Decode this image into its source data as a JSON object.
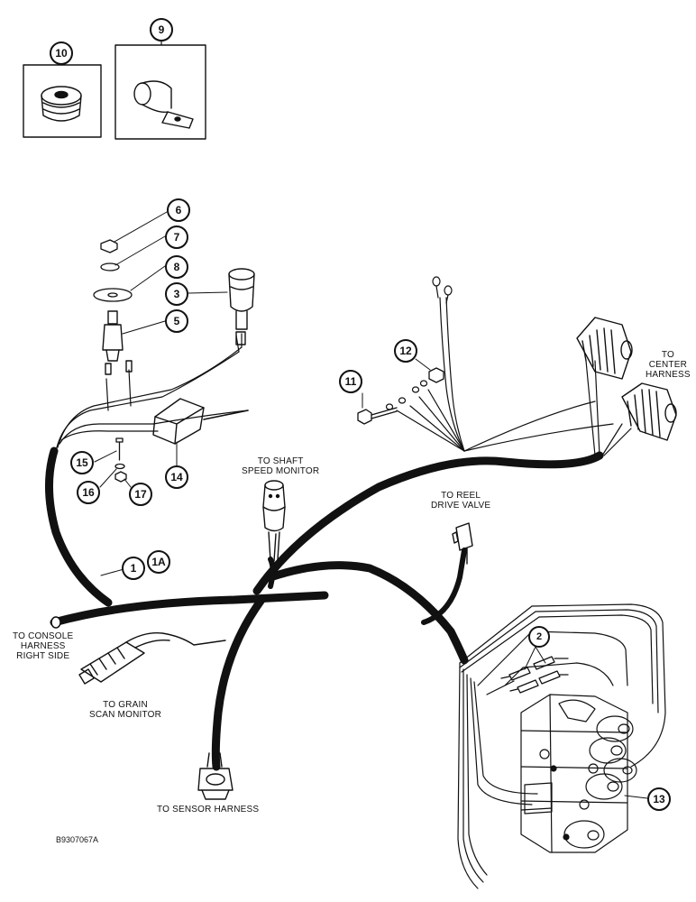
{
  "callouts": {
    "c1": "1",
    "c1a": "1A",
    "c2": "2",
    "c3": "3",
    "c5": "5",
    "c6": "6",
    "c7": "7",
    "c8": "8",
    "c9": "9",
    "c10": "10",
    "c11": "11",
    "c12": "12",
    "c13": "13",
    "c14": "14",
    "c15": "15",
    "c16": "16",
    "c17": "17"
  },
  "labels": {
    "center_harness": [
      "TO",
      "CENTER",
      "HARNESS"
    ],
    "shaft_speed": [
      "TO SHAFT",
      "SPEED MONITOR"
    ],
    "reel_drive": [
      "TO REEL",
      "DRIVE VALVE"
    ],
    "console_harness": [
      "TO CONSOLE",
      "HARNESS",
      "RIGHT SIDE"
    ],
    "grain_scan": [
      "TO GRAIN",
      "SCAN MONITOR"
    ],
    "sensor_harness": "TO SENSOR HARNESS"
  },
  "ref_code": "B9307067A"
}
